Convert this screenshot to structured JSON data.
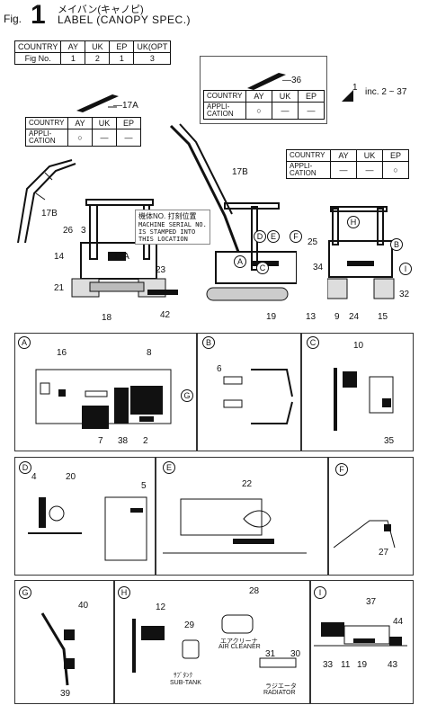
{
  "header": {
    "fig_prefix": "Fig.",
    "fig_number": "1",
    "title_jp": "メイバン(キャノピ)",
    "title_en": "LABEL (CANOPY SPEC.)"
  },
  "country_table": {
    "row1": [
      "COUNTRY",
      "AY",
      "UK",
      "EP",
      "UK(OPT"
    ],
    "row2": [
      "Fig No.",
      "1",
      "2",
      "1",
      "3"
    ]
  },
  "app_table_17a": {
    "label": "17A",
    "country": "COUNTRY",
    "application": "APPLI-CATION",
    "cols": [
      "AY",
      "UK",
      "EP"
    ],
    "vals": [
      "○",
      "—",
      "—"
    ]
  },
  "app_table_36": {
    "label": "36",
    "country": "COUNTRY",
    "application": "APPLI-CATION",
    "cols": [
      "AY",
      "UK",
      "EP"
    ],
    "vals": [
      "○",
      "—",
      "—"
    ]
  },
  "app_table_ep": {
    "country": "COUNTRY",
    "application": "APPLI-CATION",
    "cols": [
      "AY",
      "UK",
      "EP"
    ],
    "vals": [
      "—",
      "—",
      "○"
    ]
  },
  "inc_note": {
    "num": "1",
    "text": "inc. 2 ~ 37"
  },
  "serial_note": {
    "line1": "機体NO. 打刻位置",
    "line2": "MACHINE SERIAL NO.",
    "line3": "IS STAMPED INTO",
    "line4": "THIS LOCATION"
  },
  "callouts": {
    "c17b_left": "17B",
    "c26": "26",
    "c3": "3",
    "c14": "14",
    "c17a": "17A",
    "c21": "21",
    "c18": "18",
    "c23": "23",
    "c42": "42",
    "c17b_mid": "17B",
    "c25": "25",
    "c34": "34",
    "c19": "19",
    "c13": "13",
    "c32": "32",
    "c9": "9",
    "c24": "24",
    "c15": "15",
    "lA": "A",
    "lD": "D",
    "lE": "E",
    "lF": "F",
    "lC": "C",
    "lH": "H",
    "lB": "B",
    "lI": "I"
  },
  "panels": {
    "A": {
      "letter": "A",
      "nums": [
        "16",
        "8",
        "7",
        "38",
        "2"
      ],
      "arrow_label": "G"
    },
    "B": {
      "letter": "B",
      "nums": [
        "6"
      ]
    },
    "C": {
      "letter": "C",
      "nums": [
        "10",
        "35"
      ]
    },
    "D": {
      "letter": "D",
      "nums": [
        "4",
        "20",
        "5"
      ]
    },
    "E": {
      "letter": "E",
      "nums": [
        "22"
      ]
    },
    "F": {
      "letter": "F",
      "nums": [
        "27"
      ]
    },
    "G": {
      "letter": "G",
      "nums": [
        "40",
        "39"
      ]
    },
    "H": {
      "letter": "H",
      "nums": [
        "12",
        "29",
        "28"
      ],
      "sub_tank_jp": "ｻﾌﾞﾀﾝｸ",
      "sub_tank": "SUB-TANK",
      "air_cleaner_jp": "エアクリーナ",
      "air_cleaner": "AIR CLEANER",
      "radiator_jp": "ラジエータ",
      "radiator": "RADIATOR",
      "n31": "31",
      "n30": "30"
    },
    "I": {
      "letter": "I",
      "nums": [
        "37",
        "44",
        "33",
        "11",
        "19",
        "43"
      ]
    }
  }
}
